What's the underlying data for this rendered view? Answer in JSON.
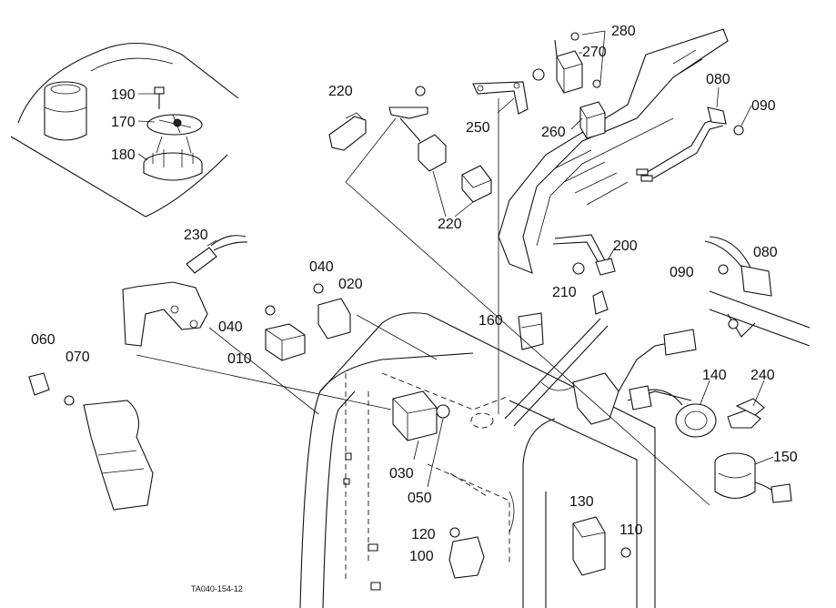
{
  "drawing_ref": "TA040-154-12",
  "callouts": [
    {
      "id": "190",
      "text": "190"
    },
    {
      "id": "170",
      "text": "170"
    },
    {
      "id": "180",
      "text": "180"
    },
    {
      "id": "220a",
      "text": "220"
    },
    {
      "id": "220b",
      "text": "220"
    },
    {
      "id": "250",
      "text": "250"
    },
    {
      "id": "260",
      "text": "260"
    },
    {
      "id": "270",
      "text": "270"
    },
    {
      "id": "280",
      "text": "280"
    },
    {
      "id": "080a",
      "text": "080"
    },
    {
      "id": "090a",
      "text": "090"
    },
    {
      "id": "200",
      "text": "200"
    },
    {
      "id": "210",
      "text": "210"
    },
    {
      "id": "090b",
      "text": "090"
    },
    {
      "id": "080b",
      "text": "080"
    },
    {
      "id": "230",
      "text": "230"
    },
    {
      "id": "040a",
      "text": "040"
    },
    {
      "id": "020",
      "text": "020"
    },
    {
      "id": "040b",
      "text": "040"
    },
    {
      "id": "010",
      "text": "010"
    },
    {
      "id": "160",
      "text": "160"
    },
    {
      "id": "060",
      "text": "060"
    },
    {
      "id": "070",
      "text": "070"
    },
    {
      "id": "140",
      "text": "140"
    },
    {
      "id": "240",
      "text": "240"
    },
    {
      "id": "150",
      "text": "150"
    },
    {
      "id": "030",
      "text": "030"
    },
    {
      "id": "050",
      "text": "050"
    },
    {
      "id": "130",
      "text": "130"
    },
    {
      "id": "110",
      "text": "110"
    },
    {
      "id": "120",
      "text": "120"
    },
    {
      "id": "100",
      "text": "100"
    }
  ]
}
